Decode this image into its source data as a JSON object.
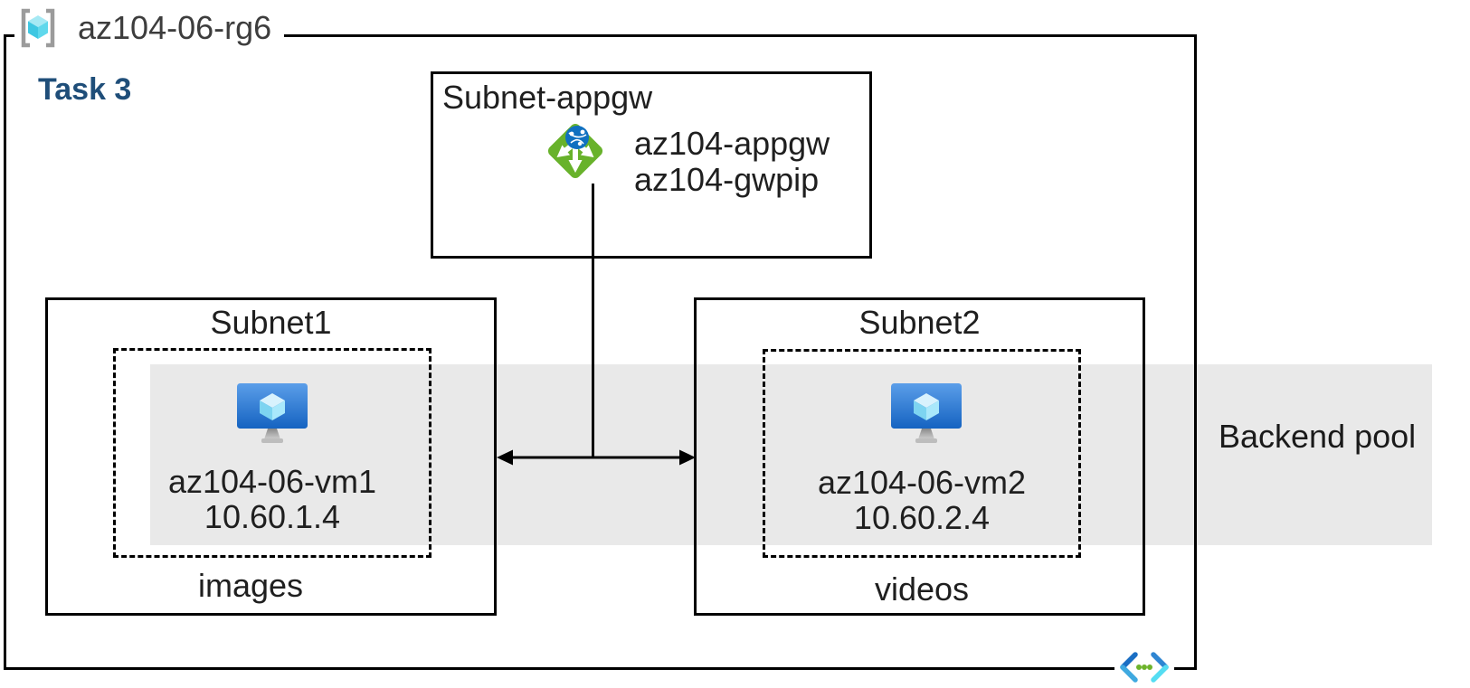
{
  "resource_group": {
    "label": "az104-06-rg6"
  },
  "task_label": "Task 3",
  "appgw_subnet": {
    "label": "Subnet-appgw",
    "gateway_name": "az104-appgw",
    "public_ip_name": "az104-gwpip"
  },
  "subnet1": {
    "label": "Subnet1",
    "vm_name": "az104-06-vm1",
    "vm_ip": "10.60.1.4",
    "storage_label": "images"
  },
  "subnet2": {
    "label": "Subnet2",
    "vm_name": "az104-06-vm2",
    "vm_ip": "10.60.2.4",
    "storage_label": "videos"
  },
  "backend_pool": {
    "label": "Backend pool"
  },
  "icons": {
    "resource_group": "resource-group-icon",
    "application_gateway": "application-gateway-icon",
    "virtual_machine": "virtual-machine-icon",
    "virtual_network": "virtual-network-icon"
  },
  "colors": {
    "task_blue": "#1f4e79",
    "appgw_green": "#68b22b",
    "globe_blue": "#1070c0",
    "vm_screen_top": "#5b9ee9",
    "vm_screen_bottom": "#1563c1",
    "cube_cyan_light": "#d8f2fd",
    "cube_cyan_mid": "#7dd4f1",
    "backend_band_gray": "#e9e9e9",
    "line_black": "#000000",
    "vnet_dot_green": "#6db32b",
    "vnet_chevron_blue": "#1b6fc4",
    "vnet_chevron_cyan": "#55ddf2"
  }
}
